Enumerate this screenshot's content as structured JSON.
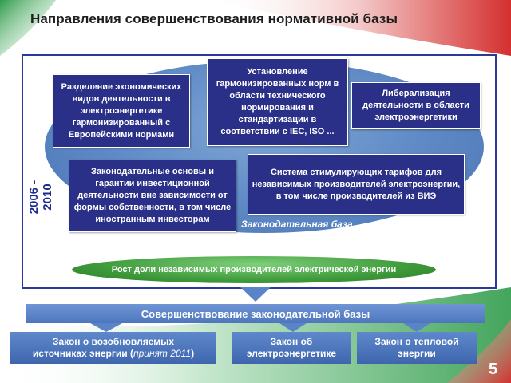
{
  "title": "Направления совершенствования нормативной базы",
  "period": "2006 - 2010",
  "boxes": {
    "separation": "Разделение экономических видов деятельности в электроэнергетике гармонизированный с Европейскими нормами",
    "standards": "Установление гармонизированных норм в области технического нормирования и стандартизации в соответствии с IEC, ISO ...",
    "liberalization": "Либерализация деятельности в области электроэнергетики",
    "investment": "Законодательные основы и гарантии инвестиционной деятельности вне зависимости от формы собственности, в том числе иностранным инвесторам",
    "tariffs": "Система стимулирующих тарифов для независимых производителей электроэнергии, в том числе производителей из ВИЭ"
  },
  "legal_base_label": "Законодательная база",
  "growth_label": "Рост доли независимых производителей электрической энергии",
  "improvement_label": "Совершенствование законодательной базы",
  "laws": {
    "renewable_line1": "Закон о возобновляемых",
    "renewable_line2_main": "источниках энергии (",
    "renewable_line2_italic": "принят 2011",
    "renewable_line2_end": ")",
    "electricity": "Закон об электроэнергетике",
    "heat": "Закон о тепловой энергии"
  },
  "page_number": "5",
  "colors": {
    "box": "#2a2f88",
    "frame": "#2b3a9a",
    "ellipse": "#5d88c4",
    "growth": "#3e9a3a",
    "bar": "#5b83c8",
    "corner_red": "#d4302f",
    "corner_green": "#2f9b4a"
  }
}
